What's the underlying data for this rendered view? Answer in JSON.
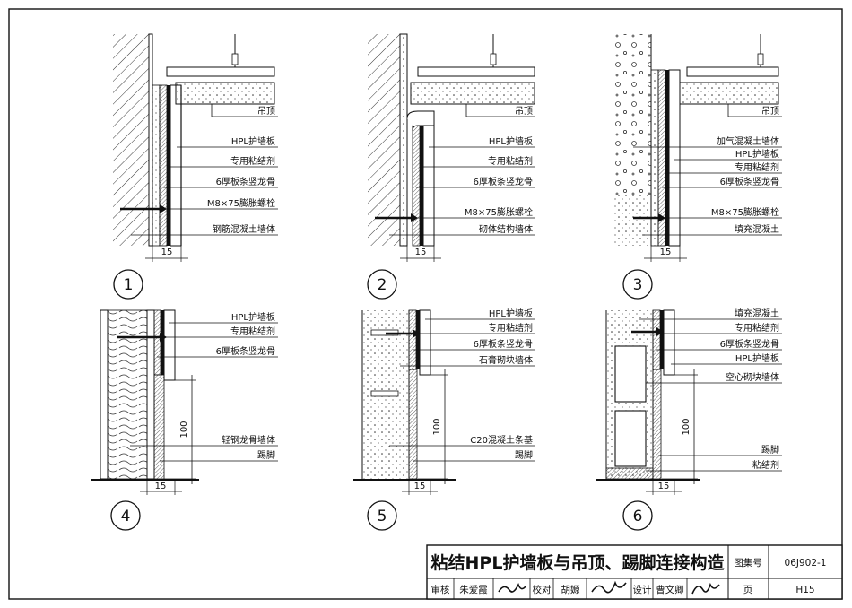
{
  "details": [
    {
      "number": "1",
      "labels": [
        "吊顶",
        "HPL护墙板",
        "专用粘结剂",
        "6厚板条竖龙骨",
        "M8×75膨胀螺栓",
        "钢筋混凝土墙体"
      ],
      "dim": "15"
    },
    {
      "number": "2",
      "labels": [
        "吊顶",
        "HPL护墙板",
        "专用粘结剂",
        "6厚板条竖龙骨",
        "M8×75膨胀螺栓",
        "砌体结构墙体"
      ],
      "dim": "15"
    },
    {
      "number": "3",
      "labels": [
        "吊顶",
        "加气混凝土墙体",
        "HPL护墙板",
        "专用粘结剂",
        "6厚板条竖龙骨",
        "M8×75膨胀螺栓",
        "填充混凝土"
      ],
      "dim": "15"
    },
    {
      "number": "4",
      "labels": [
        "HPL护墙板",
        "专用粘结剂",
        "6厚板条竖龙骨",
        "轻钢龙骨墙体",
        "踢脚"
      ],
      "dims": [
        "100",
        "15"
      ]
    },
    {
      "number": "5",
      "labels": [
        "HPL护墙板",
        "专用粘结剂",
        "6厚板条竖龙骨",
        "石膏砌块墙体",
        "C20混凝土条基",
        "踢脚"
      ],
      "dims": [
        "100",
        "15"
      ]
    },
    {
      "number": "6",
      "labels": [
        "填充混凝土",
        "专用粘结剂",
        "6厚板条竖龙骨",
        "HPL护墙板",
        "空心砌块墙体",
        "踢脚",
        "粘结剂"
      ],
      "dims": [
        "100",
        "15"
      ]
    }
  ],
  "title_block": {
    "title": "粘结HPL护墙板与吊顶、踢脚连接构造",
    "atlas_label": "图集号",
    "atlas_no": "06J902-1",
    "page_label": "页",
    "page_no": "H15",
    "review_label": "审核",
    "reviewer": "朱爱霞",
    "check_label": "校对",
    "checker": "胡嫄",
    "design_label": "设计",
    "designer": "曹文卿"
  },
  "colors": {
    "ink": "#111111",
    "paper": "#ffffff"
  }
}
